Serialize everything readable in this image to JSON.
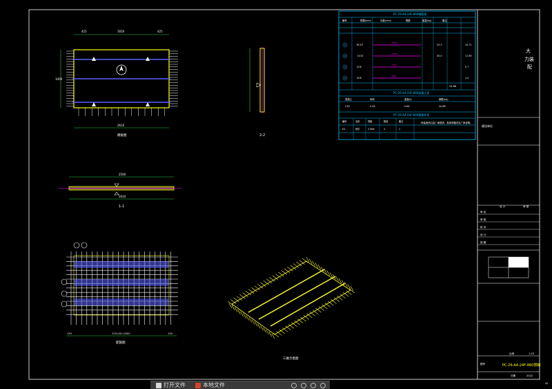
{
  "colors": {
    "frame": "#ffffff",
    "slab": "#ffff00",
    "rebar": "#ffffff",
    "rebar_blue": "#5a60ff",
    "rebar_magenta": "#ff00ff",
    "dim": "#2fd24d",
    "table": "#00c3ff",
    "text": "#ffffff",
    "iso": "#ffff33"
  },
  "views": {
    "plan_label": "模板图",
    "section22_label": "2-2",
    "section11_label": "1-1",
    "rebar_label": "配筋图",
    "iso_label": "三维示意图",
    "plan_dim_left": "425",
    "plan_dim_mid": "1650",
    "plan_dim_right": "425",
    "plan_dim_total": "2610",
    "plan_dim_side": "1000",
    "sec11_dim_top": "2500",
    "sec11_dim_bottom": "2610",
    "rebar_dim_total": "125×20=2500",
    "rebar_dim_left": "130",
    "rebar_dim_right": "130"
  },
  "rebar_table": {
    "title": "PC-26-A4-24F-860钢筋表",
    "headers": [
      "编号",
      "规格(mm)",
      "长度(mm)",
      "根数",
      "重量(kg)",
      "备注"
    ],
    "rows": [
      [
        "1",
        "8C10",
        "2600",
        "",
        "25.2",
        "",
        "10.71"
      ],
      [
        "2",
        "11C8",
        "2500",
        "",
        "30.0",
        "",
        "11.85"
      ],
      [
        "3",
        "2C6",
        "700",
        "",
        "",
        "",
        "0.7"
      ],
      [
        "4",
        "3C8",
        "900",
        "",
        "",
        "",
        "1.4"
      ]
    ],
    "mark_labels": [
      "1",
      "2",
      "3",
      "4"
    ],
    "total": "24.66"
  },
  "conc_table": {
    "title": "PC-26-A4-24F-860混凝土表",
    "headers": [
      "混凝土",
      "体积",
      "重量(t)",
      "钢筋(kg)"
    ],
    "row": [
      "C30",
      "0.26",
      "0.64",
      "24.66"
    ]
  },
  "part_table": {
    "title": "PC-26-A4-24F-860预埋件表",
    "headers": [
      "编号",
      "名称",
      "规格",
      "数量",
      "备注"
    ],
    "rows": [
      [
        "D1",
        "吊钉",
        "2.5KN",
        "4",
        "1"
      ]
    ],
    "note": "吊装用吊钉由厂家提供，具体规格详见厂家说明。"
  },
  "title_block": {
    "company_line1": "大",
    "company_line2": "力装",
    "company_line3": "配",
    "project_label": "建设单位",
    "col1": "设 计",
    "col2": "审 核",
    "roles": [
      "审 定",
      "审 核",
      "校 对",
      "设 计",
      "制 图"
    ],
    "drawing_title": "PC-26-A4-24F-860预制",
    "scale_label": "比例",
    "scale": "1:25",
    "sheet_label": "图号",
    "date_label": "日期",
    "date": "2022",
    "page_num": "42"
  },
  "taskbar": {
    "item1": "打开文件",
    "item2": "本地文件"
  }
}
